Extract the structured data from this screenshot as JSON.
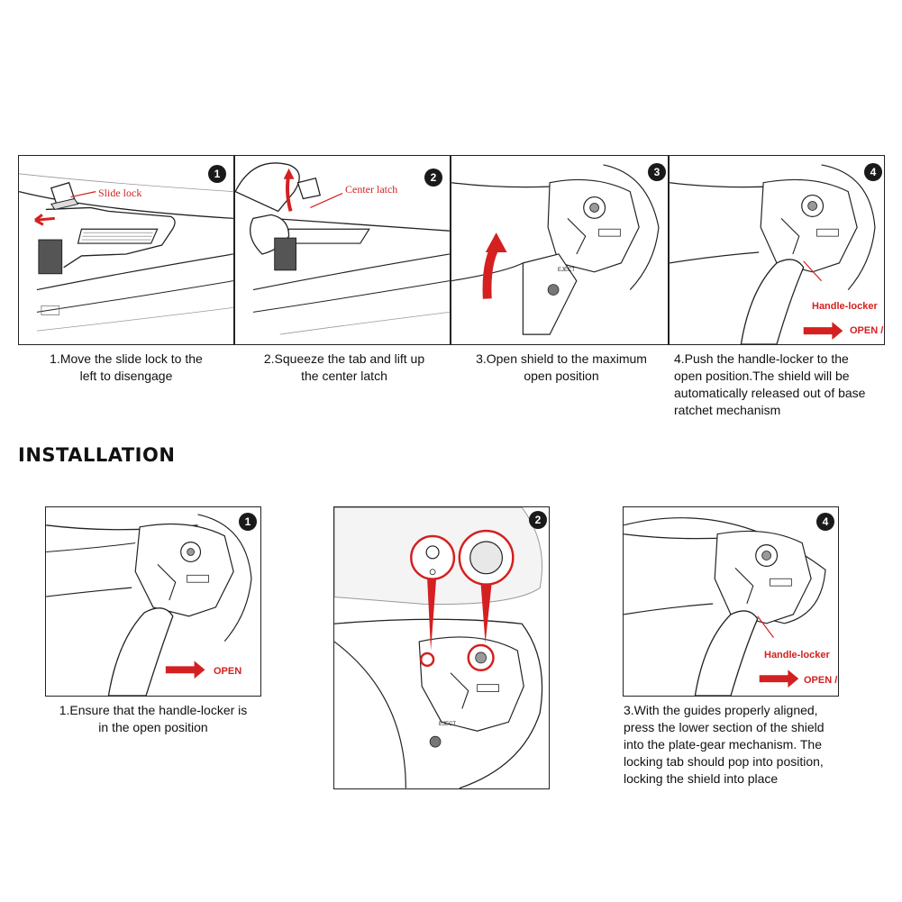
{
  "removal": {
    "steps": [
      {
        "number": "1",
        "callout": "Slide lock",
        "caption_lines": [
          "1.Move the slide lock to the",
          "left to disengage"
        ]
      },
      {
        "number": "2",
        "callout": "Center latch",
        "caption_lines": [
          "2.Squeeze the tab and lift up",
          "the center latch"
        ]
      },
      {
        "number": "3",
        "eject_label": "EJECT",
        "caption_lines": [
          "3.Open shield to the maximum",
          "open position"
        ]
      },
      {
        "number": "4",
        "callout": "Handle-locker",
        "open_label": "OPEN /",
        "caption_lines": [
          "4.Push the handle-locker to the",
          "open position.The shield will be",
          "automatically released out of base",
          "ratchet mechanism"
        ]
      }
    ]
  },
  "installation": {
    "title": "INSTALLATION",
    "steps": [
      {
        "number": "1",
        "open_label": "OPEN",
        "caption_lines": [
          "1.Ensure that the handle-locker is",
          "in the open position"
        ]
      },
      {
        "number": "2",
        "eject_label": "EJECT"
      },
      {
        "number": "4",
        "callout": "Handle-locker",
        "open_label": "OPEN /",
        "caption_lines": [
          "3.With the guides properly aligned,",
          "press the lower section of the shield",
          "into the plate-gear mechanism. The",
          "locking tab should pop into position,",
          "locking the shield into place"
        ]
      }
    ]
  },
  "colors": {
    "accent": "#d42020",
    "line": "#222222",
    "badge": "#1a1a1a"
  }
}
